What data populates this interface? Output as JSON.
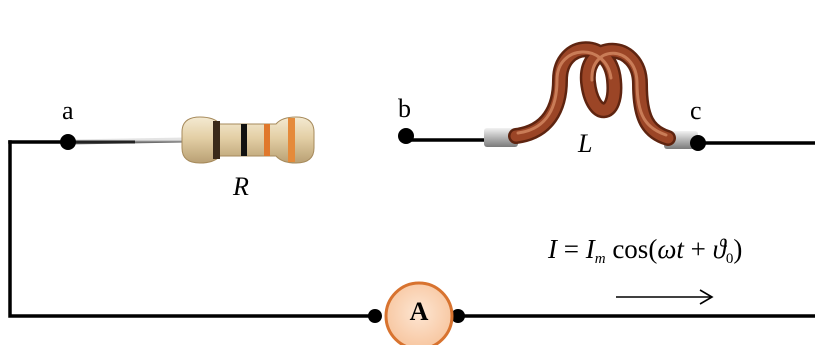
{
  "nodes": {
    "a": "a",
    "b": "b",
    "c": "c"
  },
  "components": {
    "resistor_label": "R",
    "inductor_label": "L",
    "ammeter_label": "A"
  },
  "formula": {
    "lhs": "I",
    "eq": " = ",
    "amp": "I",
    "amp_sub": "m",
    "func": " cos(",
    "omega": "ω",
    "t": "t",
    "plus": " + ",
    "theta": "ϑ",
    "theta_sub": "0",
    "close": ")"
  },
  "colors": {
    "wire": "#000000",
    "ammeter_fill": "#fbd3b3",
    "ammeter_stroke": "#d8732f",
    "resistor_body": "#e7d6b2",
    "coil_copper": "#8b3a1c",
    "lead_silver": "#b9b9b9"
  }
}
